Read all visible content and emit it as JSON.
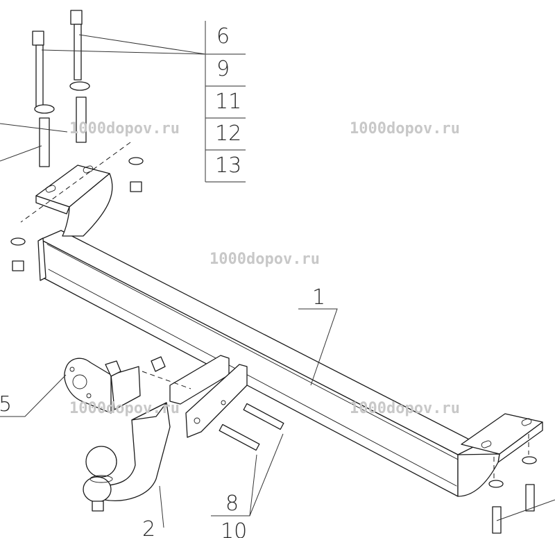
{
  "watermark": "1000dopov.ru",
  "callouts": {
    "c1": "1",
    "c2": "2",
    "c5": "5",
    "c6": "6",
    "c8": "8",
    "c9": "9",
    "c10": "10",
    "c11": "11",
    "c12": "12",
    "c13": "13"
  }
}
